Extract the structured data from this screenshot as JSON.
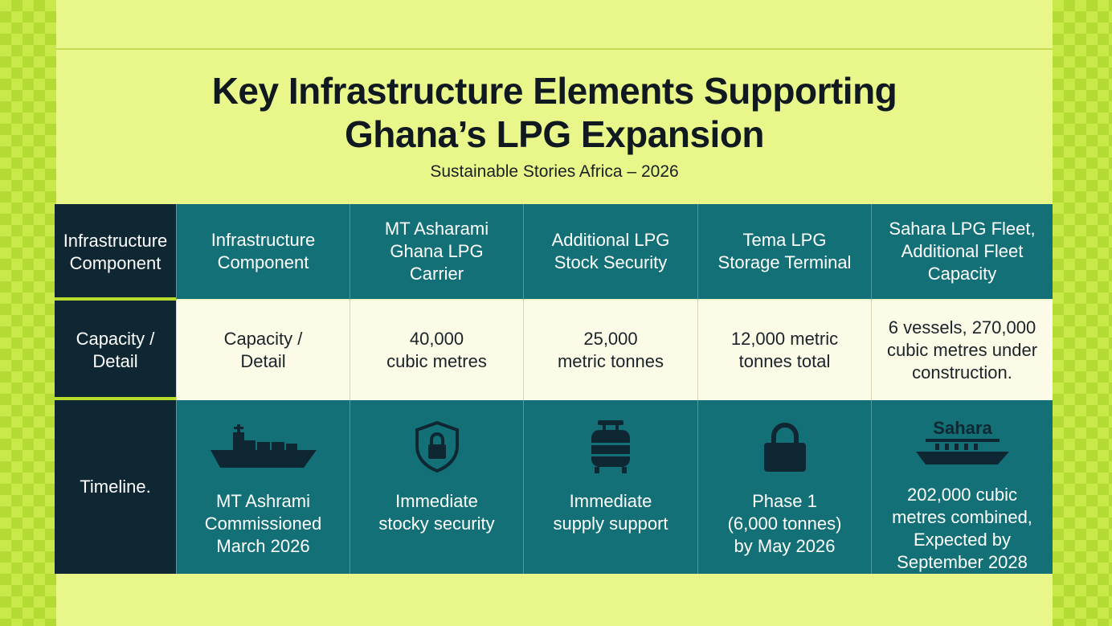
{
  "title": "Key Infrastructure Elements Supporting\nGhana’s LPG Expansion",
  "subtitle": "Sustainable Stories Africa – 2026",
  "row_labels": {
    "component": "Infrastructure\nComponent",
    "capacity": "Capacity /\nDetail",
    "timeline": "Timeline."
  },
  "columns": [
    {
      "component": "Infrastructure\nComponent",
      "capacity": "Capacity /\nDetail",
      "timeline": "MT Ashrami\nCommissioned\nMarch 2026",
      "icon": "ship-icon"
    },
    {
      "component": "MT Asharami\nGhana LPG\nCarrier",
      "capacity": "40,000\ncubic metres",
      "timeline": "Immediate\nstocky security",
      "icon": "shield-lock-icon"
    },
    {
      "component": "Additional LPG\nStock Security",
      "capacity": "25,000\nmetric tonnes",
      "timeline": "Immediate\nsupply support",
      "icon": "gas-tank-icon"
    },
    {
      "component": "Tema LPG\nStorage Terminal",
      "capacity": "12,000 metric\ntonnes total",
      "timeline": "Phase 1\n(6,000 tonnes)\nby May 2026",
      "icon": "padlock-icon"
    },
    {
      "component": "Sahara LPG Fleet,\nAdditional Fleet\nCapacity",
      "capacity": "6 vessels, 270,000\ncubic metres under\nconstruction.",
      "timeline": "202,000 cubic\nmetres combined,\nExpected by\nSeptember 2028",
      "icon": "sahara-ship-icon",
      "icon_text": "Sahara"
    }
  ],
  "colors": {
    "dark_navy": "#0f2733",
    "teal": "#137076",
    "cream": "#fbfbe8",
    "lime": "#d9ef5e"
  }
}
